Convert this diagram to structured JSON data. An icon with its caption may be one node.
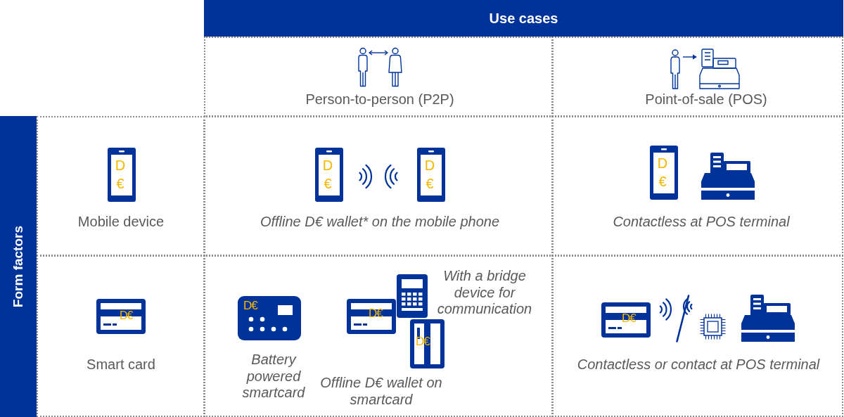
{
  "diagram": {
    "nodes": [
      {
        "text": [
          "Use cases"
        ]
      },
      {
        "text": [
          "Person-to-person (P2P)"
        ]
      },
      {
        "text": [
          "Point-of-sale (POS)"
        ]
      },
      {
        "text": [
          "Form factors"
        ]
      },
      {
        "text": [
          "Mobile device"
        ]
      },
      {
        "text": [
          "Offline D€ wallet* on the mobile phone"
        ]
      },
      {
        "text": [
          "Contactless at POS terminal"
        ]
      },
      {
        "text": [
          "Smart card"
        ]
      },
      {
        "text": [
          "With a bridge device for communication",
          "Battery powered smartcard",
          "Offline D€ wallet on smartcard"
        ]
      },
      {
        "text": [
          "Contactless or contact at POS terminal"
        ]
      }
    ],
    "labels": [
      "D €",
      "D €",
      "D €",
      "D €",
      "D€",
      "D€",
      "D€",
      "D€",
      "D€"
    ]
  }
}
